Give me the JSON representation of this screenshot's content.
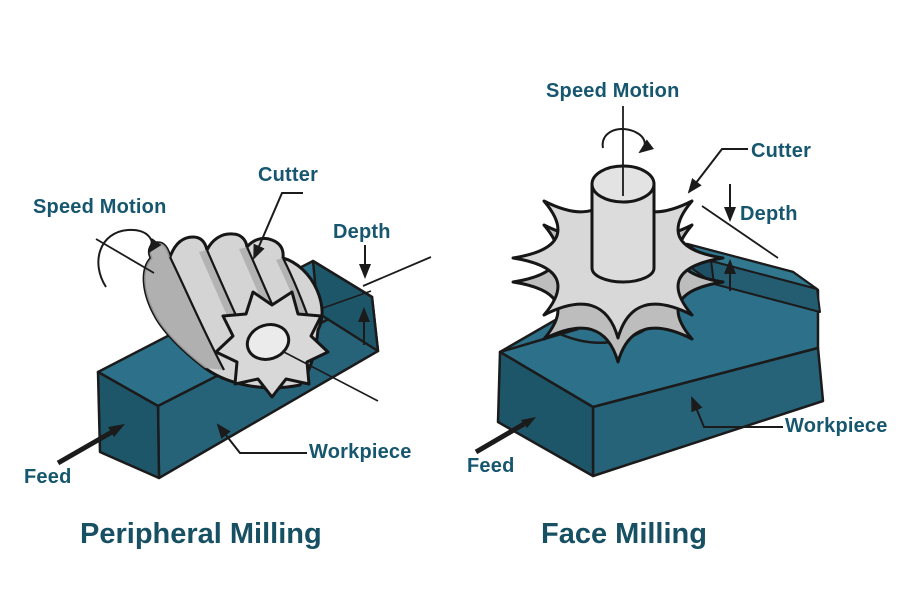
{
  "page": {
    "description": "Comparison diagram of two milling operations",
    "background": "#ffffff"
  },
  "colors": {
    "label_text": "#16566e",
    "title_text": "#174f63",
    "workpiece_top": "#2d7089",
    "workpiece_front": "#266379",
    "workpiece_side": "#1e5669",
    "workpiece_step_top": "#31788f",
    "workpiece_step_front": "#245d72",
    "cutter_body": "#d6d6d6",
    "cutter_shade": "#b3b3b3",
    "outline": "#1b1b1b"
  },
  "left_diagram": {
    "title": "Peripheral Milling",
    "labels": {
      "speed_motion": "Speed Motion",
      "cutter": "Cutter",
      "depth": "Depth",
      "workpiece": "Workpiece",
      "feed": "Feed"
    }
  },
  "right_diagram": {
    "title": "Face Milling",
    "labels": {
      "speed_motion": "Speed Motion",
      "cutter": "Cutter",
      "depth": "Depth",
      "workpiece": "Workpiece",
      "feed": "Feed"
    }
  }
}
